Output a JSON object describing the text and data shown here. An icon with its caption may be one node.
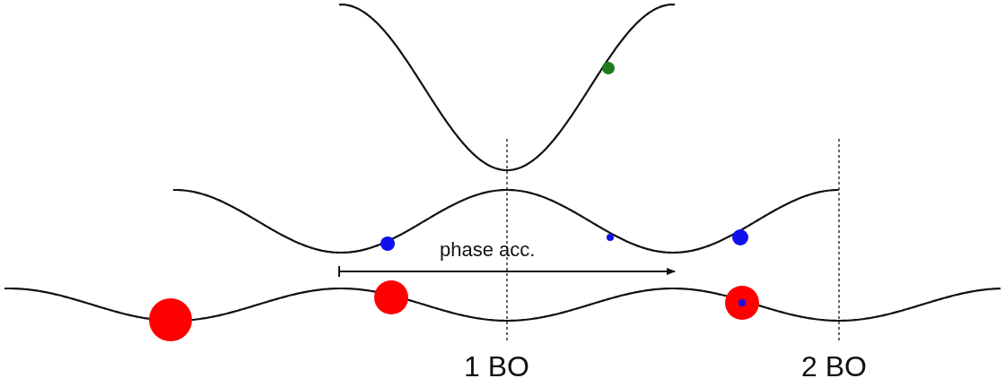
{
  "diagram": {
    "labels": [
      "phase acc.",
      "1 BO",
      "2 BO"
    ]
  }
}
